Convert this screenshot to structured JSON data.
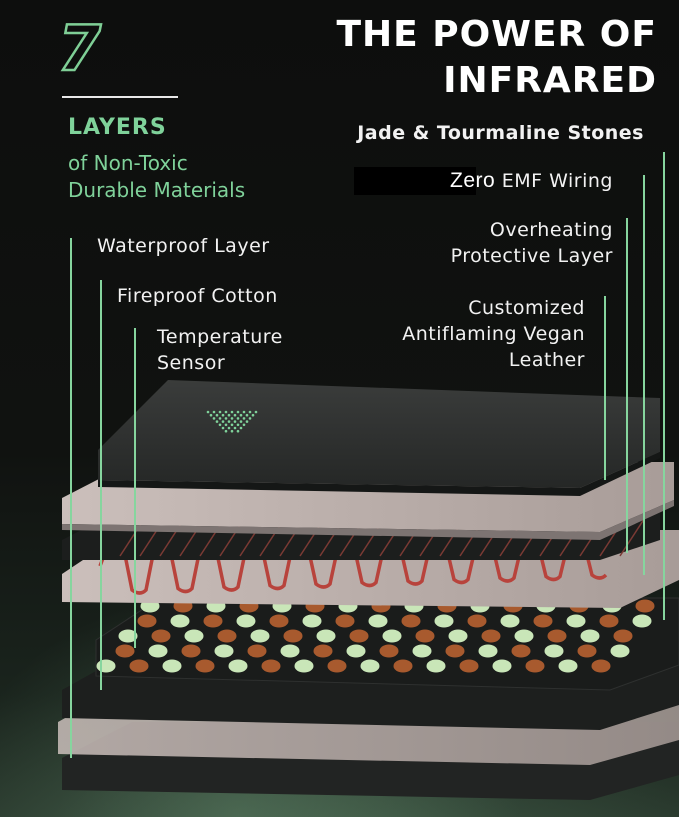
{
  "badge": {
    "number": "7"
  },
  "layers": {
    "title": "LAYERS",
    "subtitle_line1": "of Non-Toxic",
    "subtitle_line2": "Durable Materials"
  },
  "headline": {
    "line1": "THE POWER OF",
    "line2": "INFRARED"
  },
  "left_labels": {
    "waterproof": "Waterproof Layer",
    "fireproof": "Fireproof Cotton",
    "sensor_line1": "Temperature",
    "sensor_line2": "Sensor"
  },
  "right_labels": {
    "stones": "Jade & Tourmaline Stones",
    "zero": "Zero",
    "emf": "EMF Wiring",
    "overheating_line1": "Overheating",
    "overheating_line2": "Protective Layer",
    "leather_line1": "Customized",
    "leather_line2": "Antiflaming Vegan",
    "leather_line3": "Leather"
  },
  "colors": {
    "accent_green": "#7fd29a",
    "heating_wire": "#b8433c",
    "tourmaline_stone": "#a85a2e",
    "jade_stone": "#c9e6b8",
    "background": "#0c0d0c"
  }
}
